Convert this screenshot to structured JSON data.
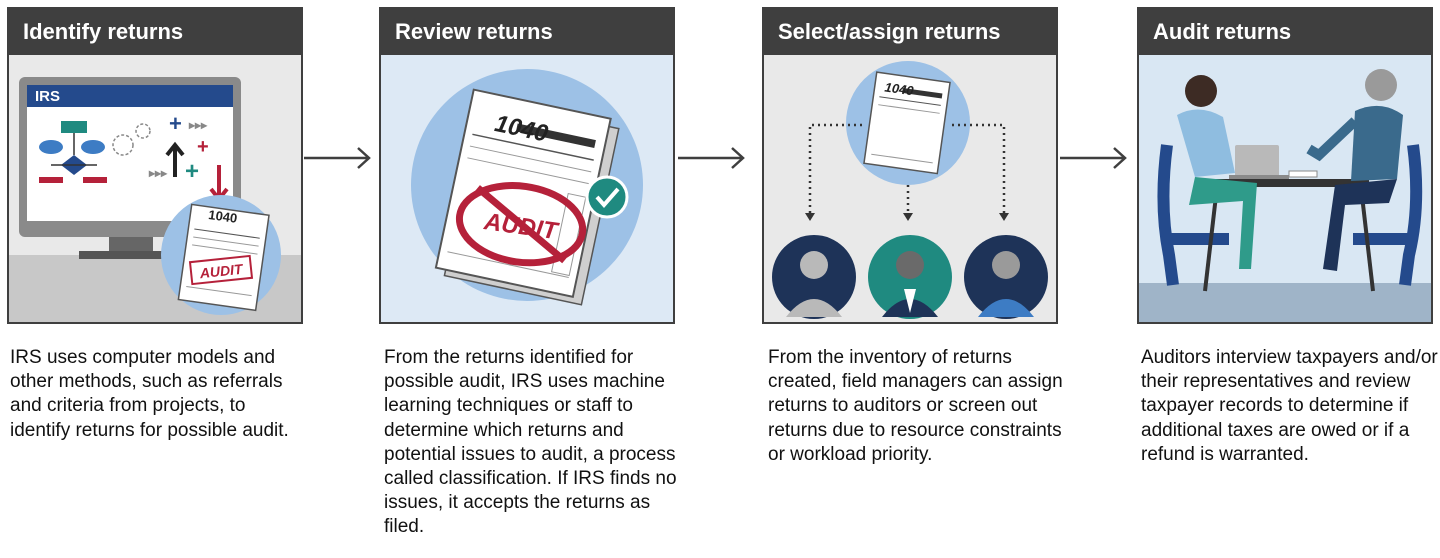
{
  "steps": [
    {
      "title": "Identify returns",
      "description": "IRS uses computer models and other methods, such as referrals and criteria from projects, to identify returns for possible audit.",
      "screen_logo": "IRS",
      "form_number": "1040",
      "stamp_text": "AUDIT"
    },
    {
      "title": "Review returns",
      "description": "From the returns identified for possible audit, IRS uses machine learning techniques or staff to determine which returns and potential issues to audit, a process called classification. If IRS finds no issues, it accepts the returns as filed.",
      "form_number": "1040",
      "stamp_text": "AUDIT"
    },
    {
      "title": "Select/assign returns",
      "description": "From the inventory of returns created, field managers can assign returns to auditors or screen out returns due to resource constraints or workload priority.",
      "form_number": "1040"
    },
    {
      "title": "Audit returns",
      "description": "Auditors interview taxpayers and/or their representatives and review taxpayer records to determine if additional taxes are owed or if a refund is warranted."
    }
  ],
  "colors": {
    "header_bg": "#3f3f3f",
    "panel_gray": "#e9e9e9",
    "panel_blue": "#dde9f5",
    "circle_blue": "#9dc1e6",
    "audit_red": "#b5213a",
    "check_teal": "#1f8a80",
    "navy": "#1e3358"
  },
  "icons": [
    "computer-icon",
    "flowchart-icon",
    "gears-icon",
    "plus-icon",
    "arrow-up-icon",
    "arrow-down-icon",
    "tax-form-icon",
    "audit-stamp-icon",
    "checkmark-icon",
    "dotted-connector-icon",
    "auditor-avatar-icon",
    "people-at-table-icon",
    "right-arrow-icon"
  ]
}
